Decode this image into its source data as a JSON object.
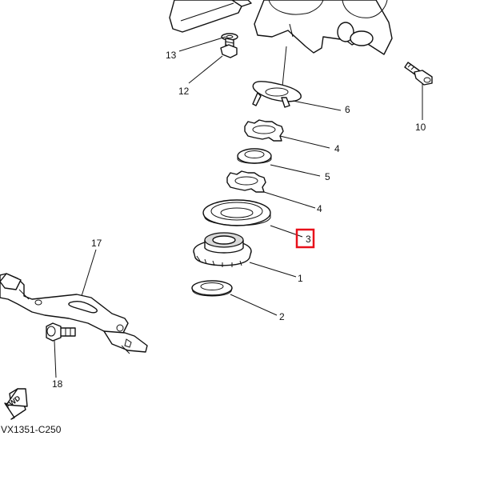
{
  "diagram": {
    "callouts": {
      "c13": "13",
      "c12": "12",
      "c6": "6",
      "c10": "10",
      "c4a": "4",
      "c5": "5",
      "c4b": "4",
      "c3": "3",
      "c1": "1",
      "c2": "2",
      "c17": "17",
      "c18": "18"
    },
    "fwd_label": "FWD",
    "diagram_code": "VX1351-C250",
    "highlight_color": "#e8101a"
  }
}
